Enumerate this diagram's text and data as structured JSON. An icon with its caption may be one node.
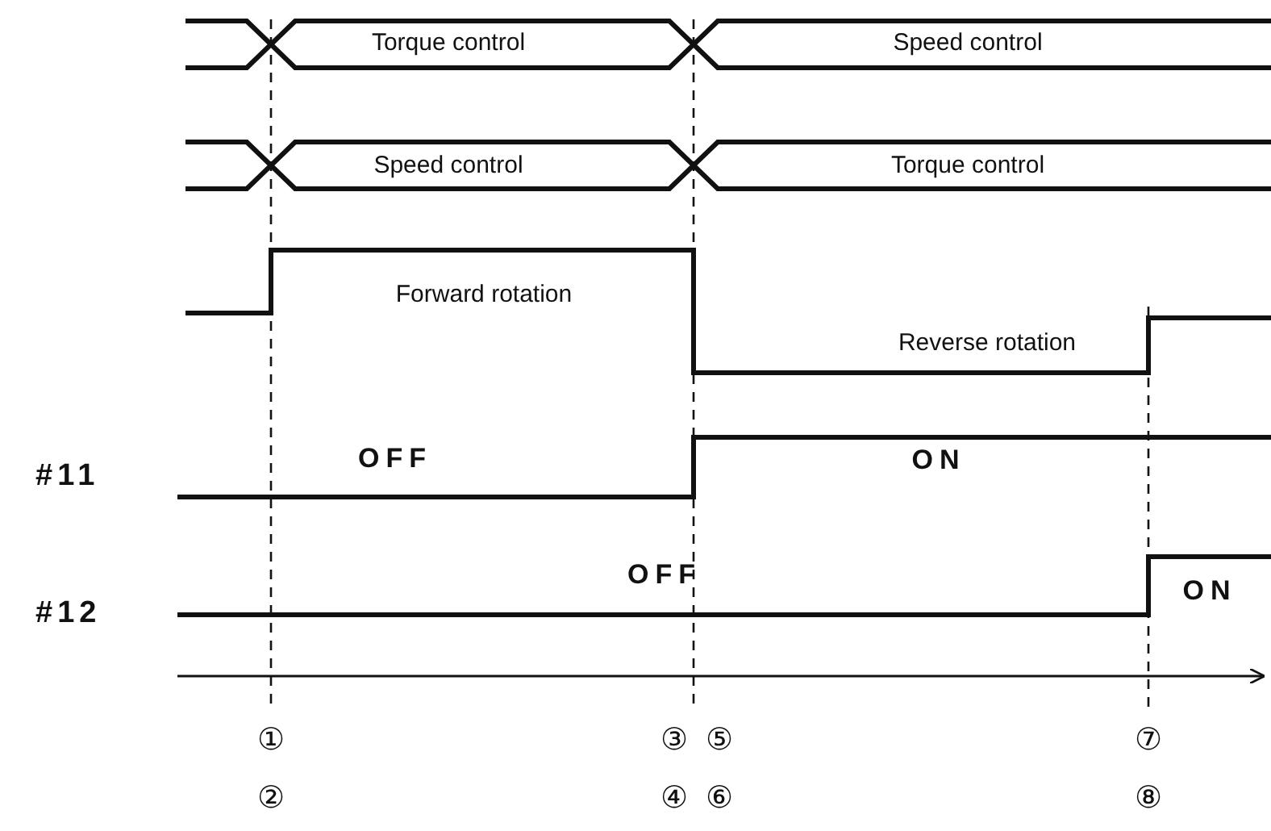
{
  "diagram": {
    "labels": [
      "Torque control",
      "Speed control",
      "Speed control",
      "Torque control",
      "Forward rotation",
      "Reverse rotation",
      "#11",
      "OFF",
      "ON",
      "#12",
      "OFF",
      "ON",
      "①",
      "③",
      "⑤",
      "⑦",
      "②",
      "④",
      "⑥",
      "⑧"
    ]
  }
}
